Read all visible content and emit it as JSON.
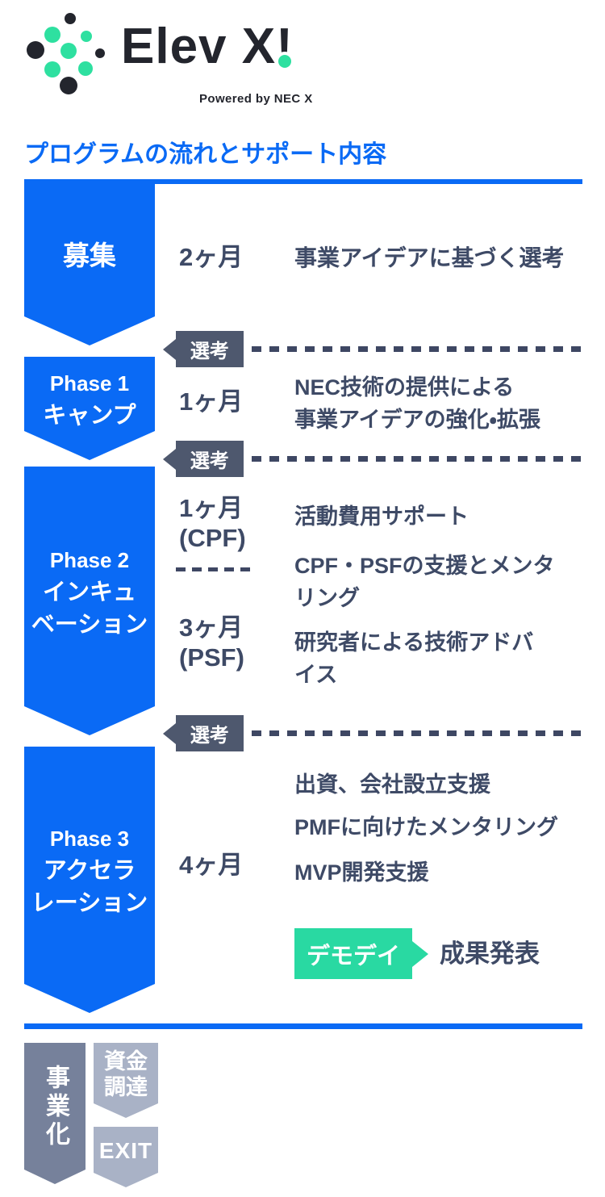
{
  "brand": {
    "wordmark": "Elev X",
    "exclamation": "!",
    "powered_by": "Powered by NEC X"
  },
  "heading": {
    "title": "プログラムの流れとサポート内容"
  },
  "flow": {
    "selection_label": "選考",
    "stages": [
      {
        "name": "募集",
        "duration": "2ヶ月",
        "supports": [
          "事業アイデアに基づく選考"
        ]
      },
      {
        "phase": "Phase 1",
        "name": "キャンプ",
        "duration": "1ヶ月",
        "support_lines": [
          "NEC技術の提供による",
          "事業アイデアの強化・拡張"
        ]
      },
      {
        "phase": "Phase 2",
        "name_lines": [
          "インキュ",
          "ベーション"
        ],
        "duration_cpf_lines": [
          "1ヶ月",
          "(CPF)"
        ],
        "duration_psf_lines": [
          "3ヶ月",
          "(PSF)"
        ],
        "supports": [
          [
            "活動費用サポート"
          ],
          [
            "CPF・PSFの支援とメンタ",
            "リング"
          ],
          [
            "研究者による技術アドバ",
            "イス"
          ]
        ]
      },
      {
        "phase": "Phase 3",
        "name_lines": [
          "アクセラ",
          "レーション"
        ],
        "duration": "4ヶ月",
        "supports": [
          "出資、会社設立支援",
          "PMFに向けたメンタリング",
          "MVP開発支援"
        ]
      }
    ],
    "demo_day": {
      "badge": "デモデイ",
      "result": "成果発表"
    }
  },
  "outcome": {
    "business": "事業化",
    "funding_lines": [
      "資金",
      "調達"
    ],
    "exit": "EXIT"
  },
  "colors": {
    "blue": "#0a6af5",
    "navy_text": "#3e4a66",
    "slate_badge": "#4e586e",
    "green_badge": "#29d9a2",
    "logo_dark": "#23252d",
    "logo_green": "#2ee0a0",
    "banner_dark": "#76819b",
    "banner_light": "#a9b2c6"
  }
}
